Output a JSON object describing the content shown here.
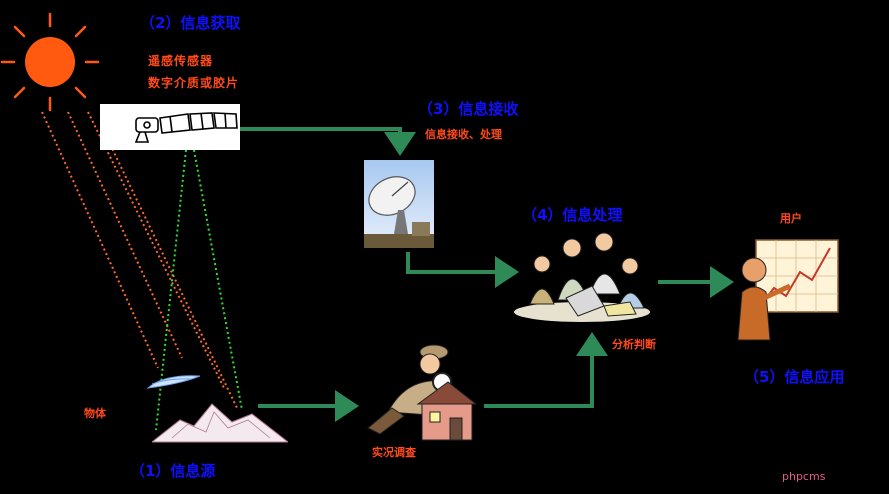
{
  "labels": {
    "step2_title": "（2）信息获取",
    "step2_line1": "遥感传感器",
    "step2_line2": "数字介质或胶片",
    "step3_title": "（3）信息接收",
    "step3_sub": "信息接收、处理",
    "step4_title": "（4）信息处理",
    "step4_sub": "分析判断",
    "step5_title": "（5）信息应用",
    "user_label": "用户",
    "object_label": "物体",
    "step1_title": "（1）信息源",
    "survey_label": "实况调查",
    "watermark": "phpcms"
  },
  "colors": {
    "background": "#000000",
    "title_blue": "#1010ff",
    "text_red": "#ff4a1a",
    "arrow_green": "#2e8b57",
    "sun_orange": "#ff5a10",
    "ray_orange": "#ff6a2a",
    "beam_green": "#33dd33"
  },
  "icons": {
    "sun": "sun-icon",
    "satellite": "satellite-icon",
    "dish": "satellite-dish-icon",
    "team": "analysts-team-icon",
    "user": "presenter-chart-icon",
    "mountain": "mountain-icon",
    "survey": "surveyor-house-icon"
  }
}
